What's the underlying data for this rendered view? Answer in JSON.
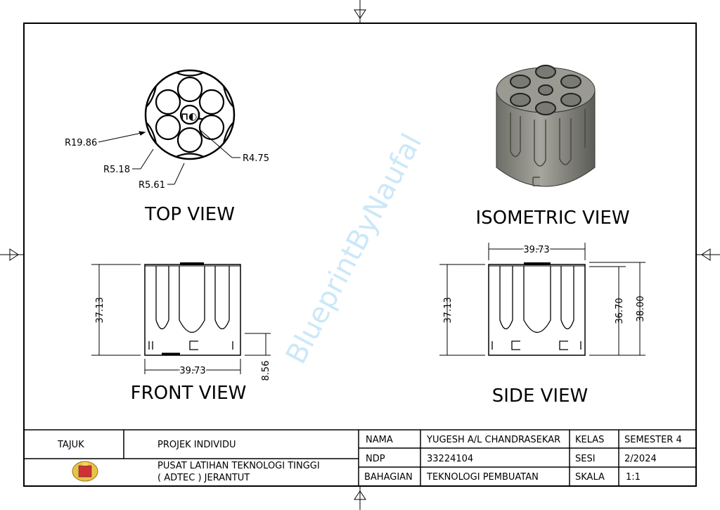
{
  "watermark": "BlueprintByNaufal",
  "views": {
    "top": {
      "title": "TOP VIEW",
      "dims": {
        "r_outer": "R19.86",
        "r_flute": "R5.18",
        "r_chamber": "R5.61",
        "r_center": "R4.75"
      }
    },
    "isometric": {
      "title": "ISOMETRIC VIEW",
      "body_color": "#8a8a84"
    },
    "front": {
      "title": "FRONT VIEW",
      "dims": {
        "height": "37.13",
        "width": "39.73",
        "slot": "8.56"
      }
    },
    "side": {
      "title": "SIDE VIEW",
      "dims": {
        "width": "39.73",
        "height": "37.13",
        "h2": "36.70",
        "h3": "38.00"
      }
    }
  },
  "title_block": {
    "tajuk_label": "TAJUK",
    "tajuk_value": "PROJEK INDIVIDU",
    "institution_line1": "PUSAT LATIHAN TEKNOLOGI TINGGI",
    "institution_line2": "( ADTEC ) JERANTUT",
    "nama_label": "NAMA",
    "nama_value": "YUGESH A/L CHANDRASEKAR",
    "kelas_label": "KELAS",
    "kelas_value": "SEMESTER 4",
    "ndp_label": "NDP",
    "ndp_value": "33224104",
    "sesi_label": "SESI",
    "sesi_value": "2/2024",
    "bahagian_label": "BAHAGIAN",
    "bahagian_value": "TEKNOLOGI PEMBUATAN",
    "skala_label": "SKALA",
    "skala_value": "1:1"
  }
}
